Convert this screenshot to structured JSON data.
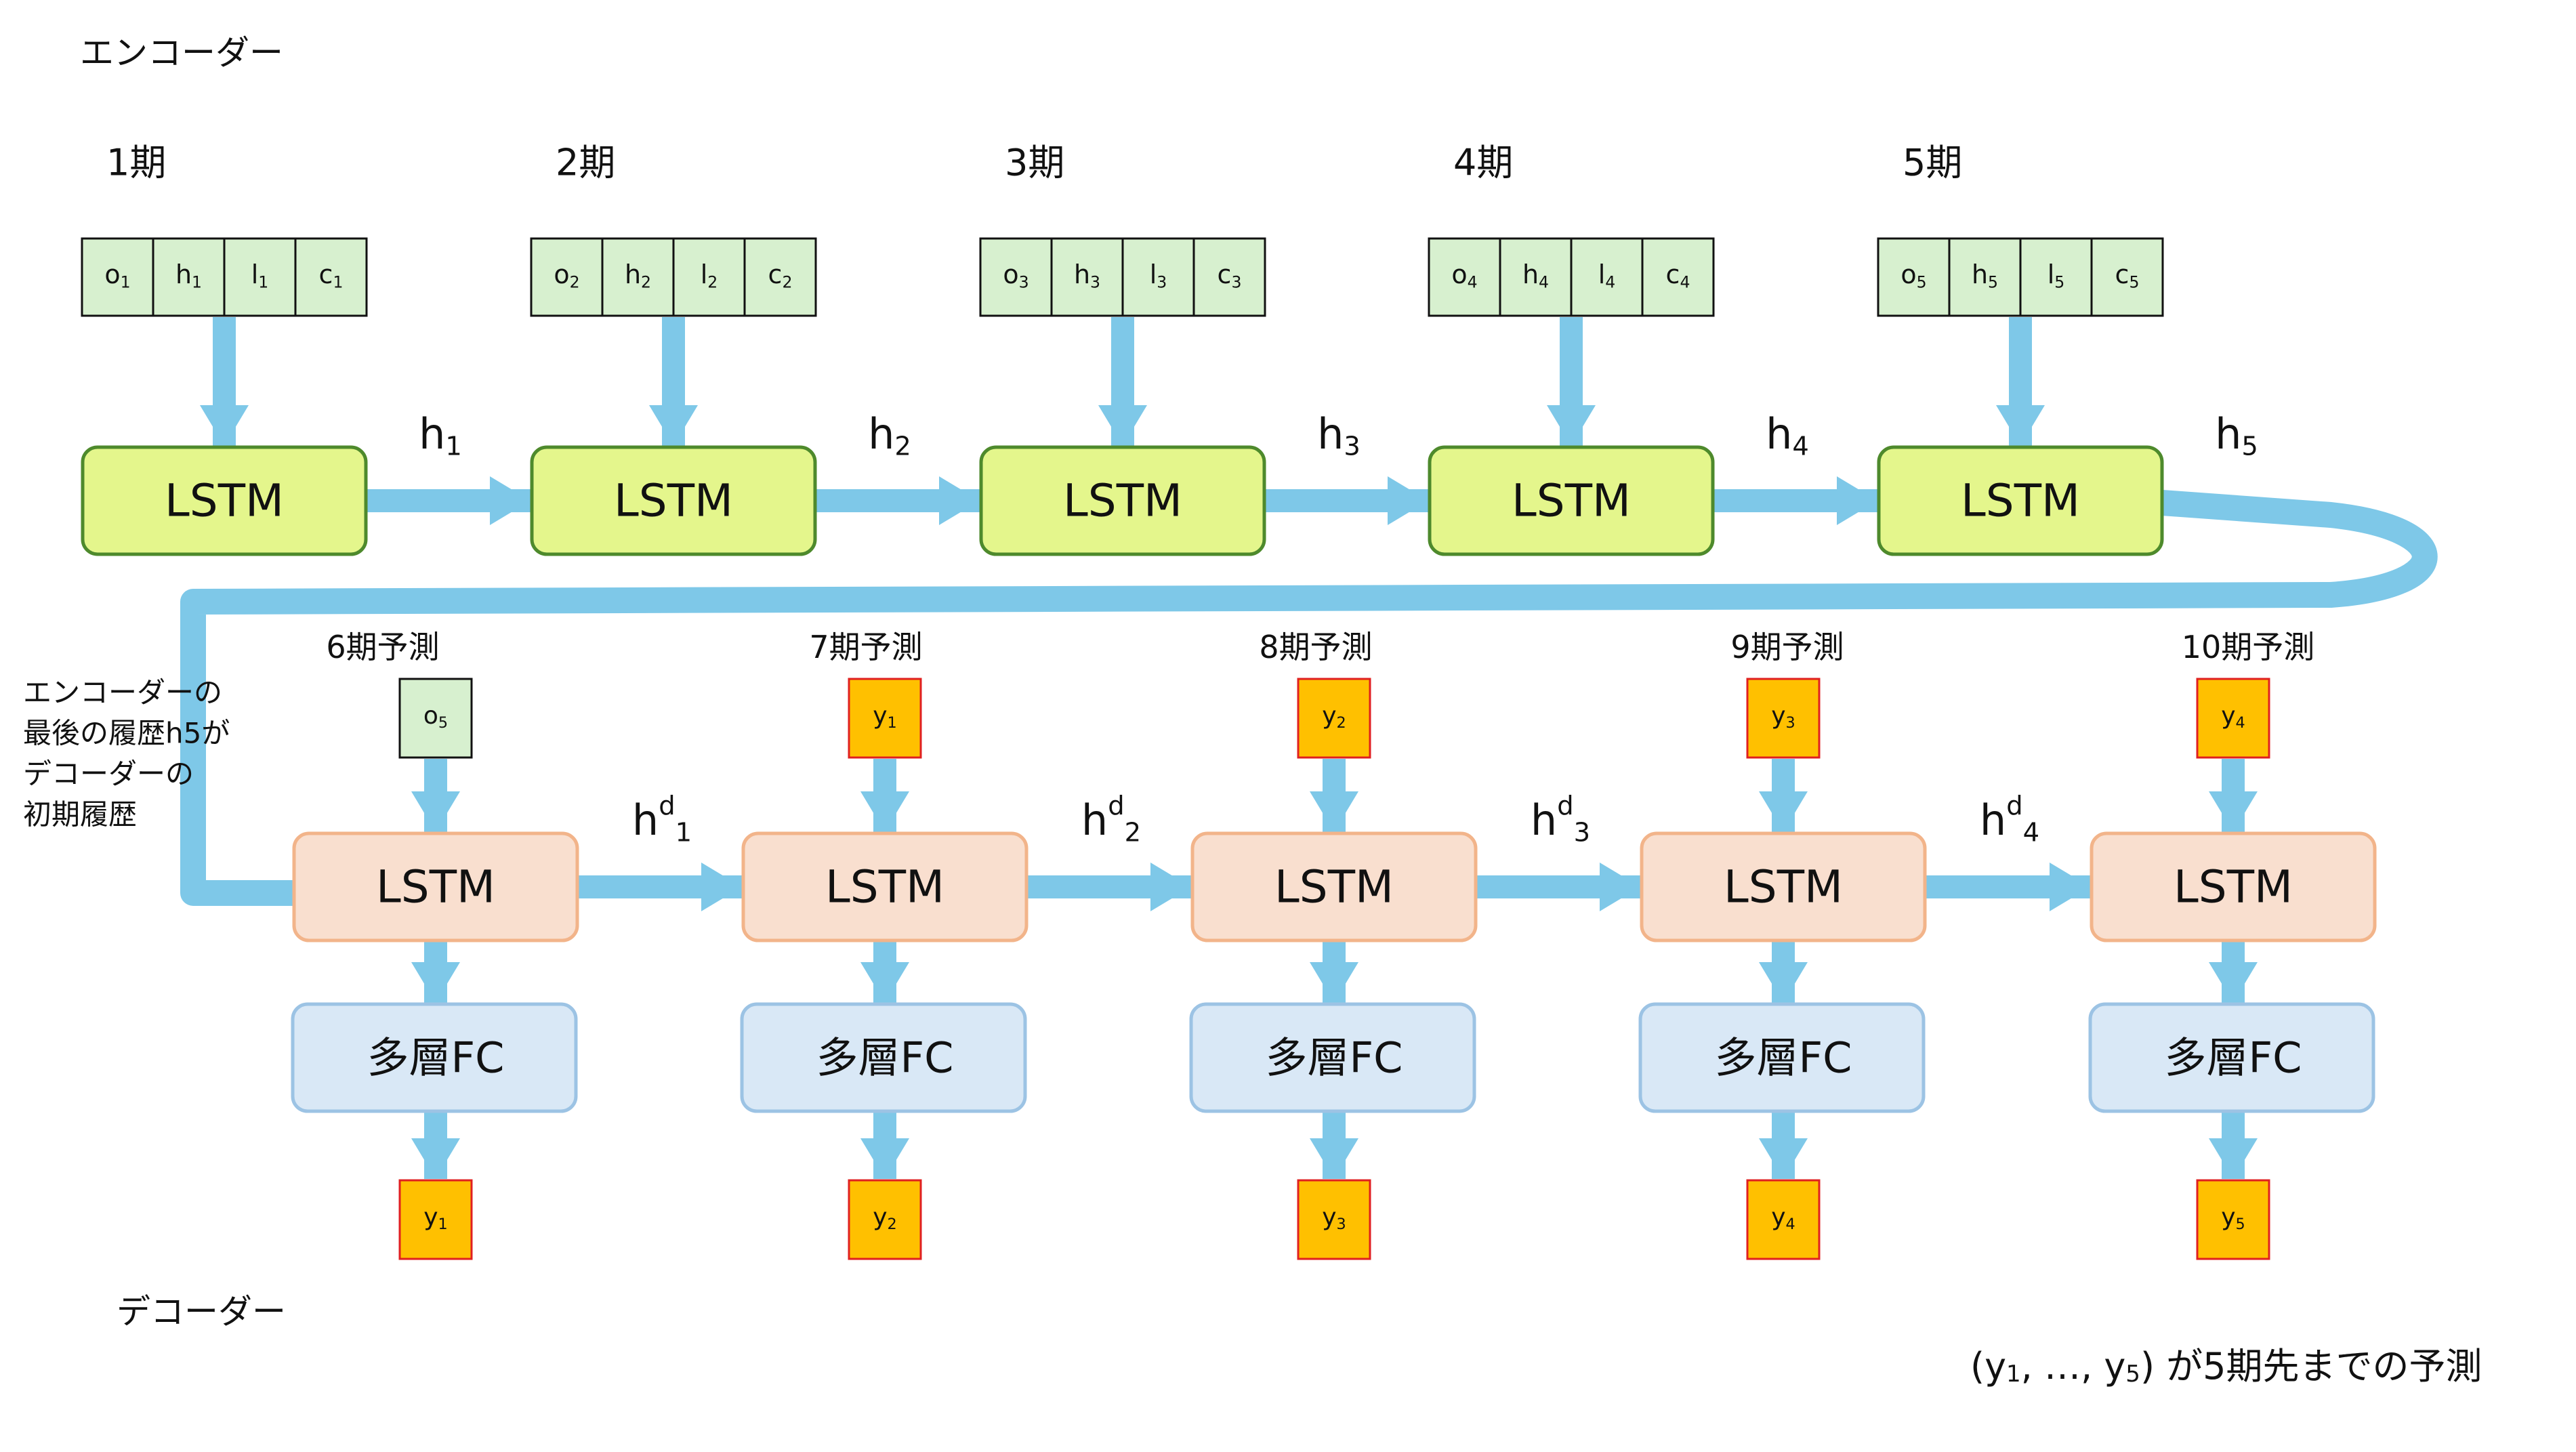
{
  "labels": {
    "encoder_title": "エンコーダー",
    "decoder_title": "デコーダー",
    "handoff_note": [
      "エンコーダーの",
      "最後の履歴h5が",
      "デコーダーの",
      "初期履歴"
    ],
    "summary_pre": "(y",
    "summary_sep": ", …, y",
    "summary_post": ") が5期先までの予測",
    "summary_sub1": "1",
    "summary_sub2": "5"
  },
  "encoder": {
    "steps": [
      {
        "period": "1期",
        "inputs": [
          {
            "b": "o",
            "s": "1"
          },
          {
            "b": "h",
            "s": "1"
          },
          {
            "b": "l",
            "s": "1"
          },
          {
            "b": "c",
            "s": "1"
          }
        ],
        "cell": "LSTM",
        "hidden": {
          "b": "h",
          "s": "1"
        }
      },
      {
        "period": "2期",
        "inputs": [
          {
            "b": "o",
            "s": "2"
          },
          {
            "b": "h",
            "s": "2"
          },
          {
            "b": "l",
            "s": "2"
          },
          {
            "b": "c",
            "s": "2"
          }
        ],
        "cell": "LSTM",
        "hidden": {
          "b": "h",
          "s": "2"
        }
      },
      {
        "period": "3期",
        "inputs": [
          {
            "b": "o",
            "s": "3"
          },
          {
            "b": "h",
            "s": "3"
          },
          {
            "b": "l",
            "s": "3"
          },
          {
            "b": "c",
            "s": "3"
          }
        ],
        "cell": "LSTM",
        "hidden": {
          "b": "h",
          "s": "3"
        }
      },
      {
        "period": "4期",
        "inputs": [
          {
            "b": "o",
            "s": "4"
          },
          {
            "b": "h",
            "s": "4"
          },
          {
            "b": "l",
            "s": "4"
          },
          {
            "b": "c",
            "s": "4"
          }
        ],
        "cell": "LSTM",
        "hidden": {
          "b": "h",
          "s": "4"
        }
      },
      {
        "period": "5期",
        "inputs": [
          {
            "b": "o",
            "s": "5"
          },
          {
            "b": "h",
            "s": "5"
          },
          {
            "b": "l",
            "s": "5"
          },
          {
            "b": "c",
            "s": "5"
          }
        ],
        "cell": "LSTM",
        "hidden": {
          "b": "h",
          "s": "5"
        }
      }
    ]
  },
  "decoder": {
    "steps": [
      {
        "period": "6期予測",
        "input": {
          "b": "o",
          "s": "5"
        },
        "input_kind": "observed",
        "cell": "LSTM",
        "fc": "多層FC",
        "output": {
          "b": "y",
          "s": "1"
        },
        "hidden": {
          "b": "h",
          "sup": "d",
          "s": "1"
        }
      },
      {
        "period": "7期予測",
        "input": {
          "b": "y",
          "s": "1"
        },
        "input_kind": "prediction",
        "cell": "LSTM",
        "fc": "多層FC",
        "output": {
          "b": "y",
          "s": "2"
        },
        "hidden": {
          "b": "h",
          "sup": "d",
          "s": "2"
        }
      },
      {
        "period": "8期予測",
        "input": {
          "b": "y",
          "s": "2"
        },
        "input_kind": "prediction",
        "cell": "LSTM",
        "fc": "多層FC",
        "output": {
          "b": "y",
          "s": "3"
        },
        "hidden": {
          "b": "h",
          "sup": "d",
          "s": "3"
        }
      },
      {
        "period": "9期予測",
        "input": {
          "b": "y",
          "s": "3"
        },
        "input_kind": "prediction",
        "cell": "LSTM",
        "fc": "多層FC",
        "output": {
          "b": "y",
          "s": "4"
        },
        "hidden": {
          "b": "h",
          "sup": "d",
          "s": "4"
        }
      },
      {
        "period": "10期予測",
        "input": {
          "b": "y",
          "s": "4"
        },
        "input_kind": "prediction",
        "cell": "LSTM",
        "fc": "多層FC",
        "output": {
          "b": "y",
          "s": "5"
        }
      }
    ]
  },
  "colors": {
    "arrow": "#7ec8e8",
    "input_fill": "#d7f0cf",
    "encoder_lstm_fill": "#e4f68c",
    "encoder_lstm_stroke": "#4e8a2c",
    "decoder_lstm_fill": "#f9dfcf",
    "decoder_lstm_stroke": "#f2b48a",
    "fc_fill": "#d9e8f6",
    "fc_stroke": "#9cc3e4",
    "prediction_fill": "#ffc000",
    "prediction_stroke": "#e02020"
  }
}
